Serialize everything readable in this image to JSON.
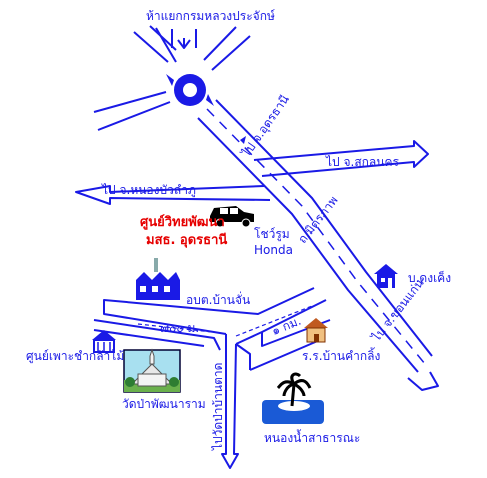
{
  "labels": {
    "top_junction": "ห้าแยกกรมหลวงประจักษ์",
    "to_sakon": "ไป จ.สกลนคร",
    "to_nongbua": "ไป จ.หนองบัวลำภู",
    "center_line1": "ศูนย์วิทยพัฒนา",
    "center_line2": "มสธ. อุดรธานี",
    "showroom_line1": "โชว์รูม",
    "showroom_line2": "Honda",
    "road_udon": "ไป จ.อุดรธานี",
    "road_mittraphap": "ถ.มิตรภาพ",
    "to_khonkaen": "ไป จ.ขอนแก่น",
    "dongkeng": "บ.ดงเค็ง",
    "obt": "อบต.บ้านจั่น",
    "dist_700": "๗๐๐ ม.",
    "dist_1km": "๑ กม.",
    "seedling": "ศูนย์เพาะชำกล้าไม้",
    "school": "ร.ร.บ้านคำกลิ้ง",
    "temple": "วัดป่าพัฒนาราม",
    "to_wat": "ไปวัดป่าบ้านตาด",
    "pond": "หนองน้ำสาธารณะ"
  },
  "colors": {
    "road": "#1a1ae6",
    "highlight": "#e60000",
    "water": "#1a5ad6"
  },
  "icons": [
    "car-icon",
    "factory-icon",
    "house-icon",
    "school-icon",
    "greenhouse-icon",
    "temple-picture",
    "palm-island-icon",
    "roundabout-icon"
  ]
}
